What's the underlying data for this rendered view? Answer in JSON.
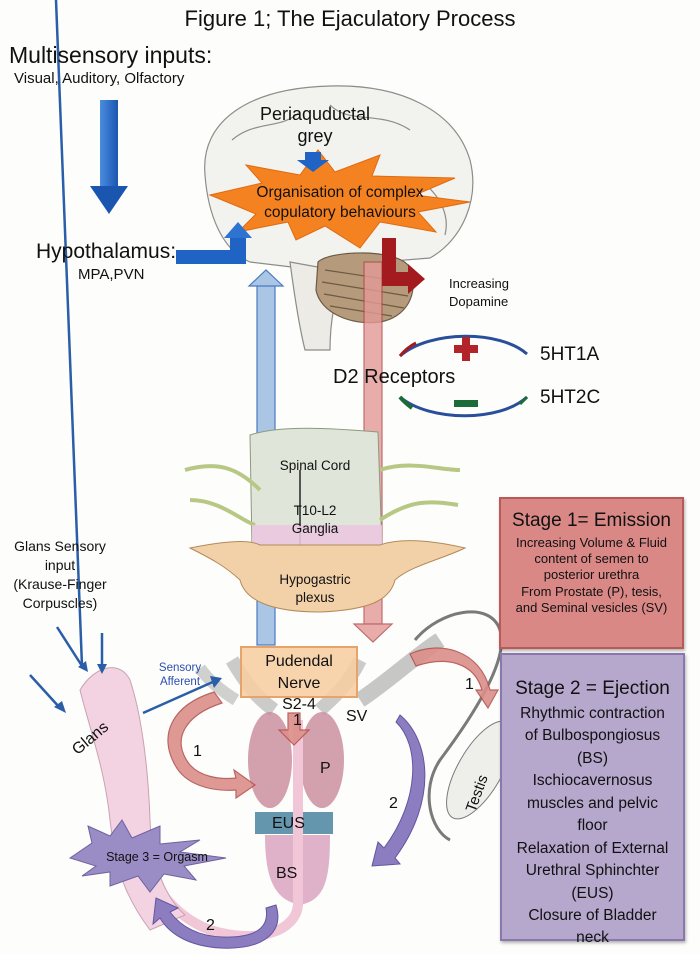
{
  "figure_title": "Figure 1; The Ejaculatory Process",
  "inputs": {
    "heading": "Multisensory inputs:",
    "subheading": "Visual, Auditory, Olfactory"
  },
  "hypothalamus": {
    "label": "Hypothalamus:",
    "nuclei": "MPA,PVN"
  },
  "brain": {
    "periaqueductal_line1": "Periaquductal",
    "periaqueductal_line2": "grey",
    "burst_line1": "Organisation of complex",
    "burst_line2": "copulatory behaviours"
  },
  "dopamine": {
    "line1": "Increasing",
    "line2": "Dopamine"
  },
  "receptors": {
    "d2_label": "D2 Receptors",
    "plus_target": "5HT1A",
    "minus_target": "5HT2C",
    "plus_symbol": "+",
    "minus_symbol": "−"
  },
  "spinal": {
    "cord": "Spinal Cord",
    "ganglia_line1": "T10-L2",
    "ganglia_line2": "Ganglia",
    "plexus_line1": "Hypogastric",
    "plexus_line2": "plexus"
  },
  "stage1": {
    "heading": "Stage 1= Emission",
    "lines": [
      "Increasing Volume & Fluid",
      "content of semen to",
      "posterior urethra",
      "From Prostate (P), tesis,",
      "and Seminal vesicles (SV)"
    ]
  },
  "stage2": {
    "heading": "Stage 2 = Ejection",
    "lines": [
      "Rhythmic contraction",
      "of Bulbospongiosus",
      "(BS)",
      "Ischiocavernosus",
      "muscles and pelvic",
      "floor",
      "Relaxation of External",
      "Urethral Sphinchter",
      "(EUS)",
      "Closure of Bladder",
      "neck"
    ]
  },
  "stage3": {
    "label": "Stage 3 = Orgasm"
  },
  "glans_input": {
    "lines": [
      "Glans Sensory",
      "input",
      "(Krause-Finger",
      "Corpuscles)"
    ]
  },
  "sensory_afferent": {
    "line1": "Sensory",
    "line2": "Afferent"
  },
  "pudendal": {
    "line1": "Pudendal Nerve",
    "line2": "S2-4"
  },
  "anatomy_labels": {
    "glans": "Glans",
    "seminal_vesicles": "SV",
    "prostate": "P",
    "eus": "EUS",
    "bs": "BS",
    "testis": "Testis"
  },
  "step_numbers": {
    "one_left": "1",
    "one_center": "1",
    "one_right": "1",
    "two_right": "2",
    "two_bottom": "2"
  },
  "colors": {
    "blue_arrow": "#1f63c4",
    "light_blue_arrow": "#9dbde0",
    "dark_red_arrow": "#a31b1f",
    "pink_arrow": "#e39a97",
    "burst_orange": "#f58220",
    "stage1_fill": "#d98886",
    "stage2_fill": "#b6a7cc",
    "stage3_fill": "#9a8cc4",
    "purple_arrow": "#7e6db5",
    "plus_red": "#b3242a",
    "minus_green": "#1e6b3a",
    "eus_teal": "#3d7c9a"
  }
}
